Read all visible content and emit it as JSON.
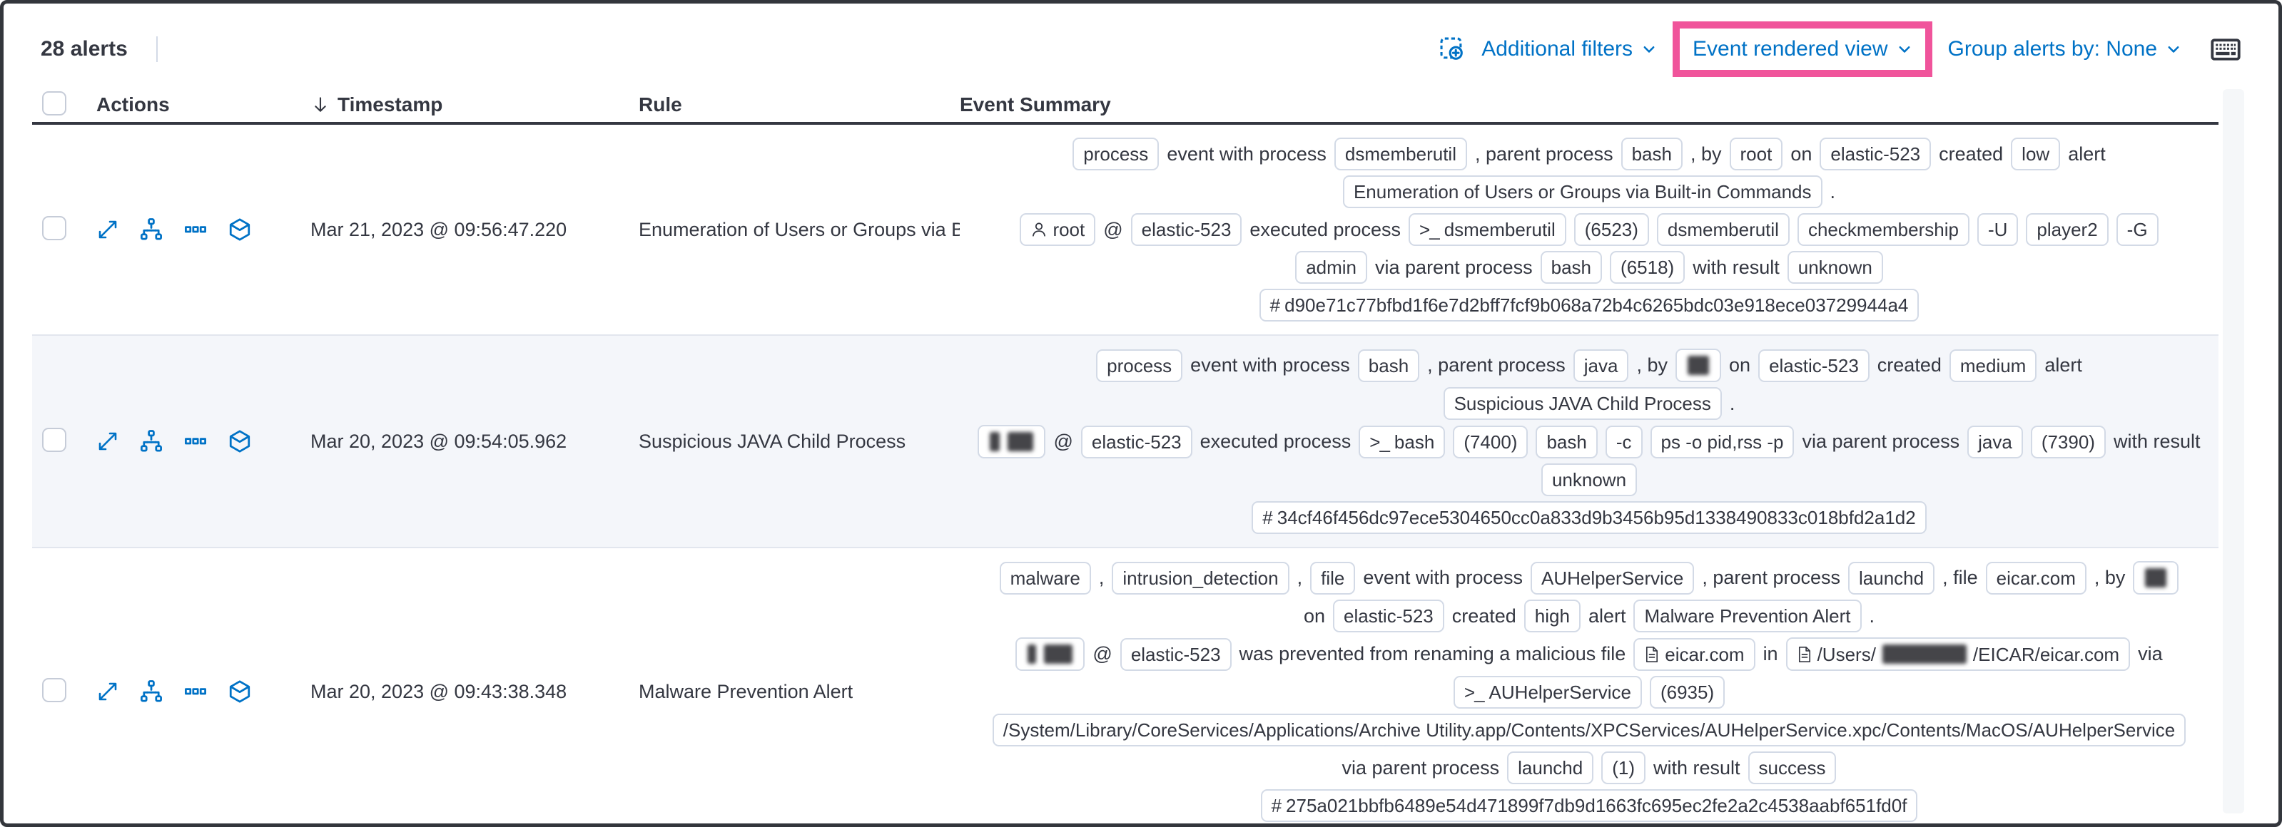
{
  "colors": {
    "accent_blue": "#0072c6",
    "highlight_pink": "#f0549b",
    "text": "#343741",
    "badge_border": "#d3dae6",
    "stripe": "#f4f6fa"
  },
  "toolbar": {
    "alert_count": "28 alerts",
    "additional_filters": "Additional filters",
    "view_selector": "Event rendered view",
    "group_alerts": "Group alerts by: None"
  },
  "table": {
    "headers": {
      "actions": "Actions",
      "timestamp": "Timestamp",
      "rule": "Rule",
      "summary": "Event Summary"
    },
    "action_buttons": [
      "expand-alert",
      "visualize-event",
      "more-actions",
      "session-view"
    ],
    "rows": [
      {
        "striped": false,
        "timestamp": "Mar 21, 2023 @ 09:56:47.220",
        "rule": "Enumeration of Users or Groups via Bui",
        "summary": [
          [
            {
              "k": "b",
              "v": "process"
            },
            {
              "k": "t",
              "v": "event with process"
            },
            {
              "k": "b",
              "v": "dsmemberutil"
            },
            {
              "k": "t",
              "v": ", parent process"
            },
            {
              "k": "b",
              "v": "bash"
            },
            {
              "k": "t",
              "v": ", by"
            },
            {
              "k": "b",
              "v": "root"
            },
            {
              "k": "t",
              "v": "on"
            },
            {
              "k": "b",
              "v": "elastic-523"
            },
            {
              "k": "t",
              "v": "created"
            },
            {
              "k": "b",
              "v": "low"
            },
            {
              "k": "t",
              "v": "alert"
            }
          ],
          [
            {
              "k": "b",
              "v": "Enumeration of Users or Groups via Built-in Commands"
            },
            {
              "k": "t",
              "v": "."
            }
          ],
          [
            {
              "k": "b",
              "v": "root",
              "i": "user"
            },
            {
              "k": "t",
              "v": "@"
            },
            {
              "k": "b",
              "v": "elastic-523"
            },
            {
              "k": "t",
              "v": "executed process"
            },
            {
              "k": "b",
              "v": "dsmemberutil",
              "i": "term"
            },
            {
              "k": "b",
              "v": "(6523)"
            },
            {
              "k": "b",
              "v": "dsmemberutil"
            },
            {
              "k": "b",
              "v": "checkmembership"
            },
            {
              "k": "b",
              "v": "-U"
            },
            {
              "k": "b",
              "v": "player2"
            },
            {
              "k": "b",
              "v": "-G"
            }
          ],
          [
            {
              "k": "b",
              "v": "admin"
            },
            {
              "k": "t",
              "v": "via parent process"
            },
            {
              "k": "b",
              "v": "bash"
            },
            {
              "k": "b",
              "v": "(6518)"
            },
            {
              "k": "t",
              "v": "with result"
            },
            {
              "k": "b",
              "v": "unknown"
            }
          ],
          [
            {
              "k": "b",
              "v": "d90e71c77bfbd1f6e7d2bff7fcf9b068a72b4c6265bdc03e918ece03729944a4",
              "i": "hash"
            }
          ]
        ]
      },
      {
        "striped": true,
        "timestamp": "Mar 20, 2023 @ 09:54:05.962",
        "rule": "Suspicious JAVA Child Process",
        "summary": [
          [
            {
              "k": "b",
              "v": "process"
            },
            {
              "k": "t",
              "v": "event with process"
            },
            {
              "k": "b",
              "v": "bash"
            },
            {
              "k": "t",
              "v": ", parent process"
            },
            {
              "k": "b",
              "v": "java"
            },
            {
              "k": "t",
              "v": ", by"
            },
            {
              "k": "b",
              "p": [
                {
                  "r": 30
                }
              ]
            },
            {
              "k": "t",
              "v": "on"
            },
            {
              "k": "b",
              "v": "elastic-523"
            },
            {
              "k": "t",
              "v": "created"
            },
            {
              "k": "b",
              "v": "medium"
            },
            {
              "k": "t",
              "v": "alert"
            }
          ],
          [
            {
              "k": "b",
              "v": "Suspicious JAVA Child Process"
            },
            {
              "k": "t",
              "v": "."
            }
          ],
          [
            {
              "k": "b",
              "p": [
                {
                  "r": 14
                },
                {
                  "r": 36
                }
              ]
            },
            {
              "k": "t",
              "v": "@"
            },
            {
              "k": "b",
              "v": "elastic-523"
            },
            {
              "k": "t",
              "v": "executed process"
            },
            {
              "k": "b",
              "v": "bash",
              "i": "term"
            },
            {
              "k": "b",
              "v": "(7400)"
            },
            {
              "k": "b",
              "v": "bash"
            },
            {
              "k": "b",
              "v": "-c"
            },
            {
              "k": "b",
              "v": "ps -o pid,rss -p"
            },
            {
              "k": "t",
              "v": "via parent process"
            },
            {
              "k": "b",
              "v": "java"
            },
            {
              "k": "b",
              "v": "(7390)"
            },
            {
              "k": "t",
              "v": "with result"
            }
          ],
          [
            {
              "k": "b",
              "v": "unknown"
            }
          ],
          [
            {
              "k": "b",
              "v": "34cf46f456dc97ece5304650cc0a833d9b3456b95d1338490833c018bfd2a1d2",
              "i": "hash"
            }
          ]
        ]
      },
      {
        "striped": false,
        "timestamp": "Mar 20, 2023 @ 09:43:38.348",
        "rule": "Malware Prevention Alert",
        "summary": [
          [
            {
              "k": "b",
              "v": "malware"
            },
            {
              "k": "t",
              "v": ","
            },
            {
              "k": "b",
              "v": "intrusion_detection"
            },
            {
              "k": "t",
              "v": ","
            },
            {
              "k": "b",
              "v": "file"
            },
            {
              "k": "t",
              "v": "event with process"
            },
            {
              "k": "b",
              "v": "AUHelperService"
            },
            {
              "k": "t",
              "v": ", parent process"
            },
            {
              "k": "b",
              "v": "launchd"
            },
            {
              "k": "t",
              "v": ", file"
            },
            {
              "k": "b",
              "v": "eicar.com"
            },
            {
              "k": "t",
              "v": ", by"
            },
            {
              "k": "b",
              "p": [
                {
                  "r": 30
                }
              ]
            }
          ],
          [
            {
              "k": "t",
              "v": "on"
            },
            {
              "k": "b",
              "v": "elastic-523"
            },
            {
              "k": "t",
              "v": "created"
            },
            {
              "k": "b",
              "v": "high"
            },
            {
              "k": "t",
              "v": "alert"
            },
            {
              "k": "b",
              "v": "Malware Prevention Alert"
            },
            {
              "k": "t",
              "v": "."
            }
          ],
          [
            {
              "k": "b",
              "p": [
                {
                  "r": 12
                },
                {
                  "r": 40
                }
              ]
            },
            {
              "k": "t",
              "v": "@"
            },
            {
              "k": "b",
              "v": "elastic-523"
            },
            {
              "k": "t",
              "v": "was prevented from renaming a malicious file"
            },
            {
              "k": "b",
              "v": "eicar.com",
              "i": "file"
            },
            {
              "k": "t",
              "v": "in"
            },
            {
              "k": "b",
              "i": "file",
              "p": [
                {
                  "t": "/Users/"
                },
                {
                  "r": 118
                },
                {
                  "t": "/EICAR/eicar.com"
                }
              ]
            },
            {
              "k": "t",
              "v": "via"
            }
          ],
          [
            {
              "k": "b",
              "v": "AUHelperService",
              "i": "term"
            },
            {
              "k": "b",
              "v": "(6935)"
            }
          ],
          [
            {
              "k": "b",
              "v": "/System/Library/CoreServices/Applications/Archive Utility.app/Contents/XPCServices/AUHelperService.xpc/Contents/MacOS/AUHelperService"
            }
          ],
          [
            {
              "k": "t",
              "v": "via parent process"
            },
            {
              "k": "b",
              "v": "launchd"
            },
            {
              "k": "b",
              "v": "(1)"
            },
            {
              "k": "t",
              "v": "with result"
            },
            {
              "k": "b",
              "v": "success"
            }
          ],
          [
            {
              "k": "b",
              "v": "275a021bbfb6489e54d471899f7db9d1663fc695ec2fe2a2c4538aabf651fd0f",
              "i": "hash"
            }
          ]
        ]
      }
    ]
  }
}
